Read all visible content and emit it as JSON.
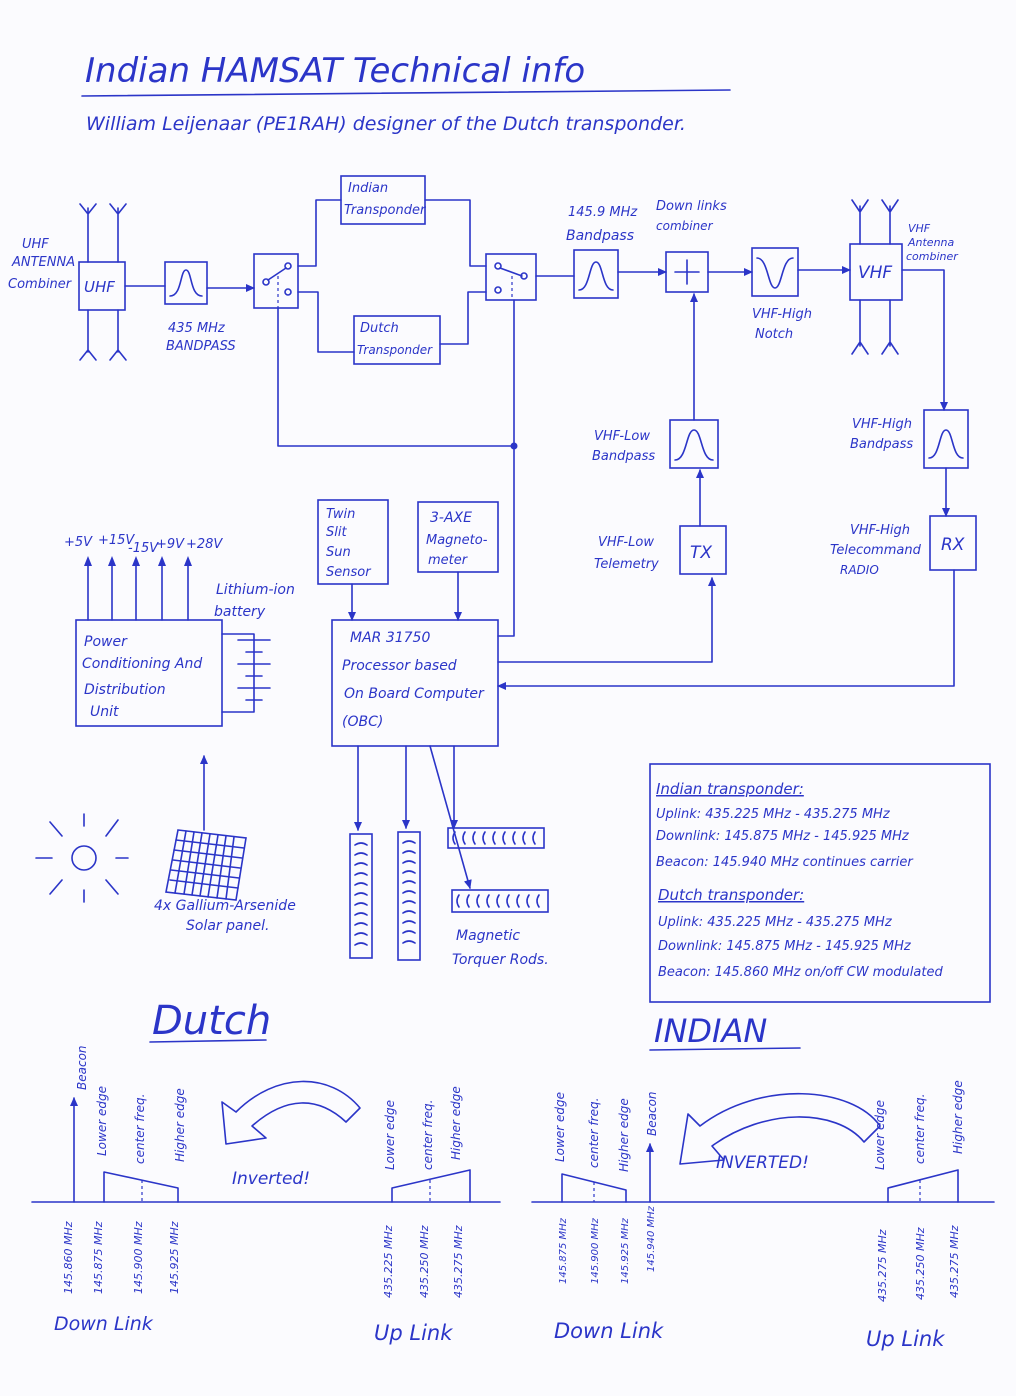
{
  "title": "Indian HAMSAT Technical info",
  "subtitle": "William Leijenaar (PE1RAH) designer of the Dutch transponder.",
  "blocks": {
    "uhf_label": "UHF",
    "uhf_combiner_label": [
      "UHF",
      "ANTENNA",
      "Combiner"
    ],
    "uhf_bandpass_label": [
      "435 MHz",
      "BANDPASS"
    ],
    "indian_transponder": [
      "Indian",
      "Transponder"
    ],
    "dutch_transponder": [
      "Dutch",
      "Transponder"
    ],
    "bandpass_145_label": [
      "145.9 MHz",
      "Bandpass"
    ],
    "downlinks_combiner_label": [
      "Down links",
      "combiner"
    ],
    "vhf_high_notch_label": [
      "VHF-High",
      "Notch"
    ],
    "vhf_label": "VHF",
    "vhf_combiner_label": [
      "VHF",
      "Antenna",
      "combiner"
    ],
    "vhf_low_bandpass_label": [
      "VHF-Low",
      "Bandpass"
    ],
    "vhf_high_bandpass_label": [
      "VHF-High",
      "Bandpass"
    ],
    "tx_label": "TX",
    "rx_label": "RX",
    "vhf_low_telemetry_label": [
      "VHF-Low",
      "Telemetry"
    ],
    "vhf_high_telecommand_label": [
      "VHF-High",
      "Telecommand",
      "RADIO"
    ],
    "sun_sensor": [
      "Twin",
      "Slit",
      "Sun",
      "Sensor"
    ],
    "magnetometer": [
      "3-AXE",
      "Magneto-",
      "meter"
    ],
    "obc": [
      "MAR 31750",
      "Processor based",
      "On Board Computer",
      "(OBC)"
    ],
    "power_unit": [
      "Power",
      "Conditioning And",
      "Distribution",
      "Unit"
    ],
    "voltages": [
      "+5V",
      "+15V",
      "-15V",
      "+9V",
      "+28V"
    ],
    "battery_label": [
      "Lithium-ion",
      "battery"
    ],
    "solar_label": [
      "4x Gallium-Arsenide",
      "Solar panel."
    ],
    "torquer_label": [
      "Magnetic",
      "Torquer Rods."
    ]
  },
  "info_box": {
    "indian_heading": "Indian transponder:",
    "indian_lines": [
      "Uplink: 435.225 MHz - 435.275 MHz",
      "Downlink: 145.875 MHz - 145.925 MHz",
      "Beacon: 145.940 MHz continues carrier"
    ],
    "dutch_heading": "Dutch transponder:",
    "dutch_lines": [
      "Uplink: 435.225 MHz - 435.275 MHz",
      "Downlink: 145.875 MHz - 145.925 MHz",
      "Beacon: 145.860 MHz on/off CW modulated"
    ]
  },
  "dutch_spectrum": {
    "heading": "Dutch",
    "inverted": "Inverted!",
    "downlink_label": "Down Link",
    "uplink_label": "Up Link",
    "downlink_tags": [
      "Beacon",
      "Lower edge",
      "center freq.",
      "Higher edge"
    ],
    "downlink_freqs": [
      "145.860 MHz",
      "145.875 MHz",
      "145.900 MHz",
      "145.925 MHz"
    ],
    "uplink_tags": [
      "Lower edge",
      "center freq.",
      "Higher edge"
    ],
    "uplink_freqs": [
      "435.225 MHz",
      "435.250 MHz",
      "435.275 MHz"
    ]
  },
  "indian_spectrum": {
    "heading": "INDIAN",
    "inverted": "INVERTED!",
    "downlink_label": "Down Link",
    "uplink_label": "Up Link",
    "downlink_tags": [
      "Lower edge",
      "center freq.",
      "Higher edge",
      "Beacon"
    ],
    "downlink_freqs": [
      "145.875 MHz",
      "145.900 MHz",
      "145.925 MHz",
      "145.940 MHz"
    ],
    "uplink_tags": [
      "Lower edge",
      "center freq.",
      "Higher edge"
    ],
    "uplink_freqs": [
      "435.275 MHz",
      "435.250 MHz",
      "435.275 MHz"
    ]
  },
  "colors": {
    "ink": "#2b35c8",
    "paper": "#fbfbfe"
  }
}
